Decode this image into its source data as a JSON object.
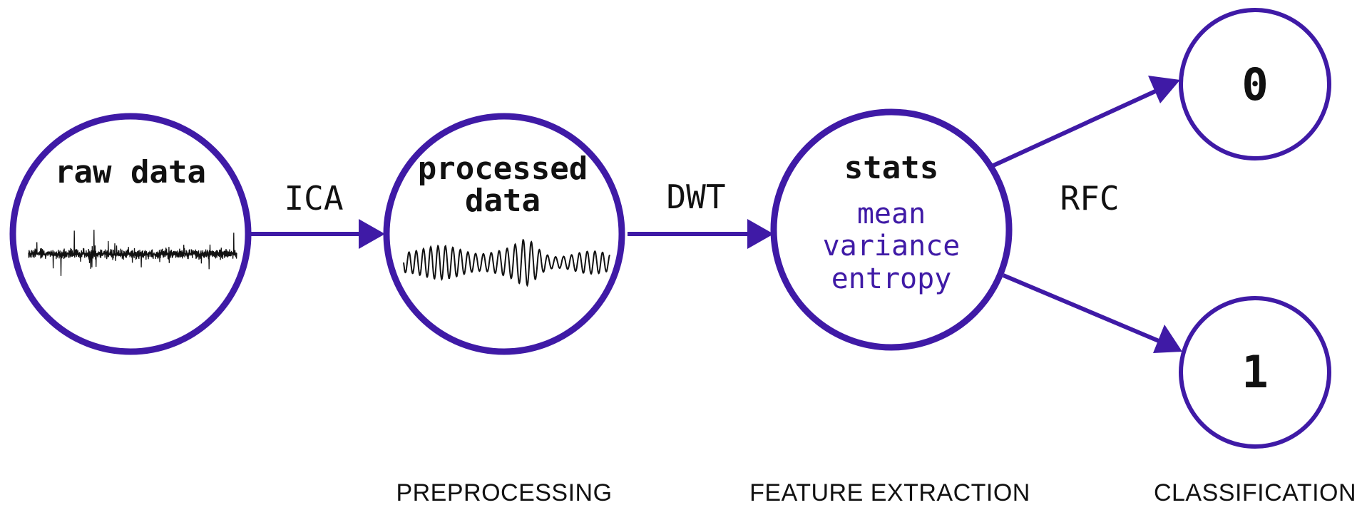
{
  "diagram": {
    "accent": "#3f1aa6",
    "nodes": {
      "raw": {
        "title": "raw data"
      },
      "processed": {
        "title_line1": "processed",
        "title_line2": "data"
      },
      "stats": {
        "title": "stats",
        "features": [
          "mean",
          "variance",
          "entropy"
        ]
      },
      "class0": {
        "label": "0"
      },
      "class1": {
        "label": "1"
      }
    },
    "edges": {
      "ica": "ICA",
      "dwt": "DWT",
      "rfc": "RFC"
    },
    "stages": {
      "preprocessing": "PREPROCESSING",
      "feature_extraction": "FEATURE EXTRACTION",
      "classification": "CLASSIFICATION"
    }
  }
}
